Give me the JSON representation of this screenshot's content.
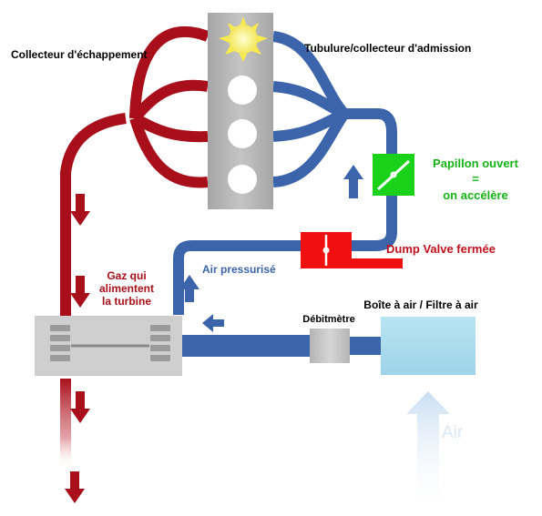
{
  "labels": {
    "exhaust_manifold": "Collecteur d'échappement",
    "intake_manifold": "Tubulure/collecteur d'admission",
    "throttle_line1": "Papillon ouvert",
    "throttle_line2": "=",
    "throttle_line3": "on accélère",
    "dump_valve": "Dump Valve fermée",
    "pressurized_air": "Air pressurisé",
    "turbine_gas_line1": "Gaz qui",
    "turbine_gas_line2": "alimentent",
    "turbine_gas_line3": "la turbine",
    "flow_meter": "Débitmètre",
    "air_box": "Boîte à air / Filtre à air",
    "intake_air": "Air"
  },
  "colors": {
    "exhaust": "#a80f1b",
    "intake": "#3b64aa",
    "throttle": "#1bd21b",
    "throttle_text": "#16b316",
    "dump_valve": "#f01010",
    "dump_text": "#c0101c",
    "engine_block": "#b3b3b3",
    "spark_flash": "#f7f07a",
    "air_box": "#a9dcee",
    "flow_meter": "#c8c8c8",
    "turbo_body": "#cfcfcf"
  }
}
